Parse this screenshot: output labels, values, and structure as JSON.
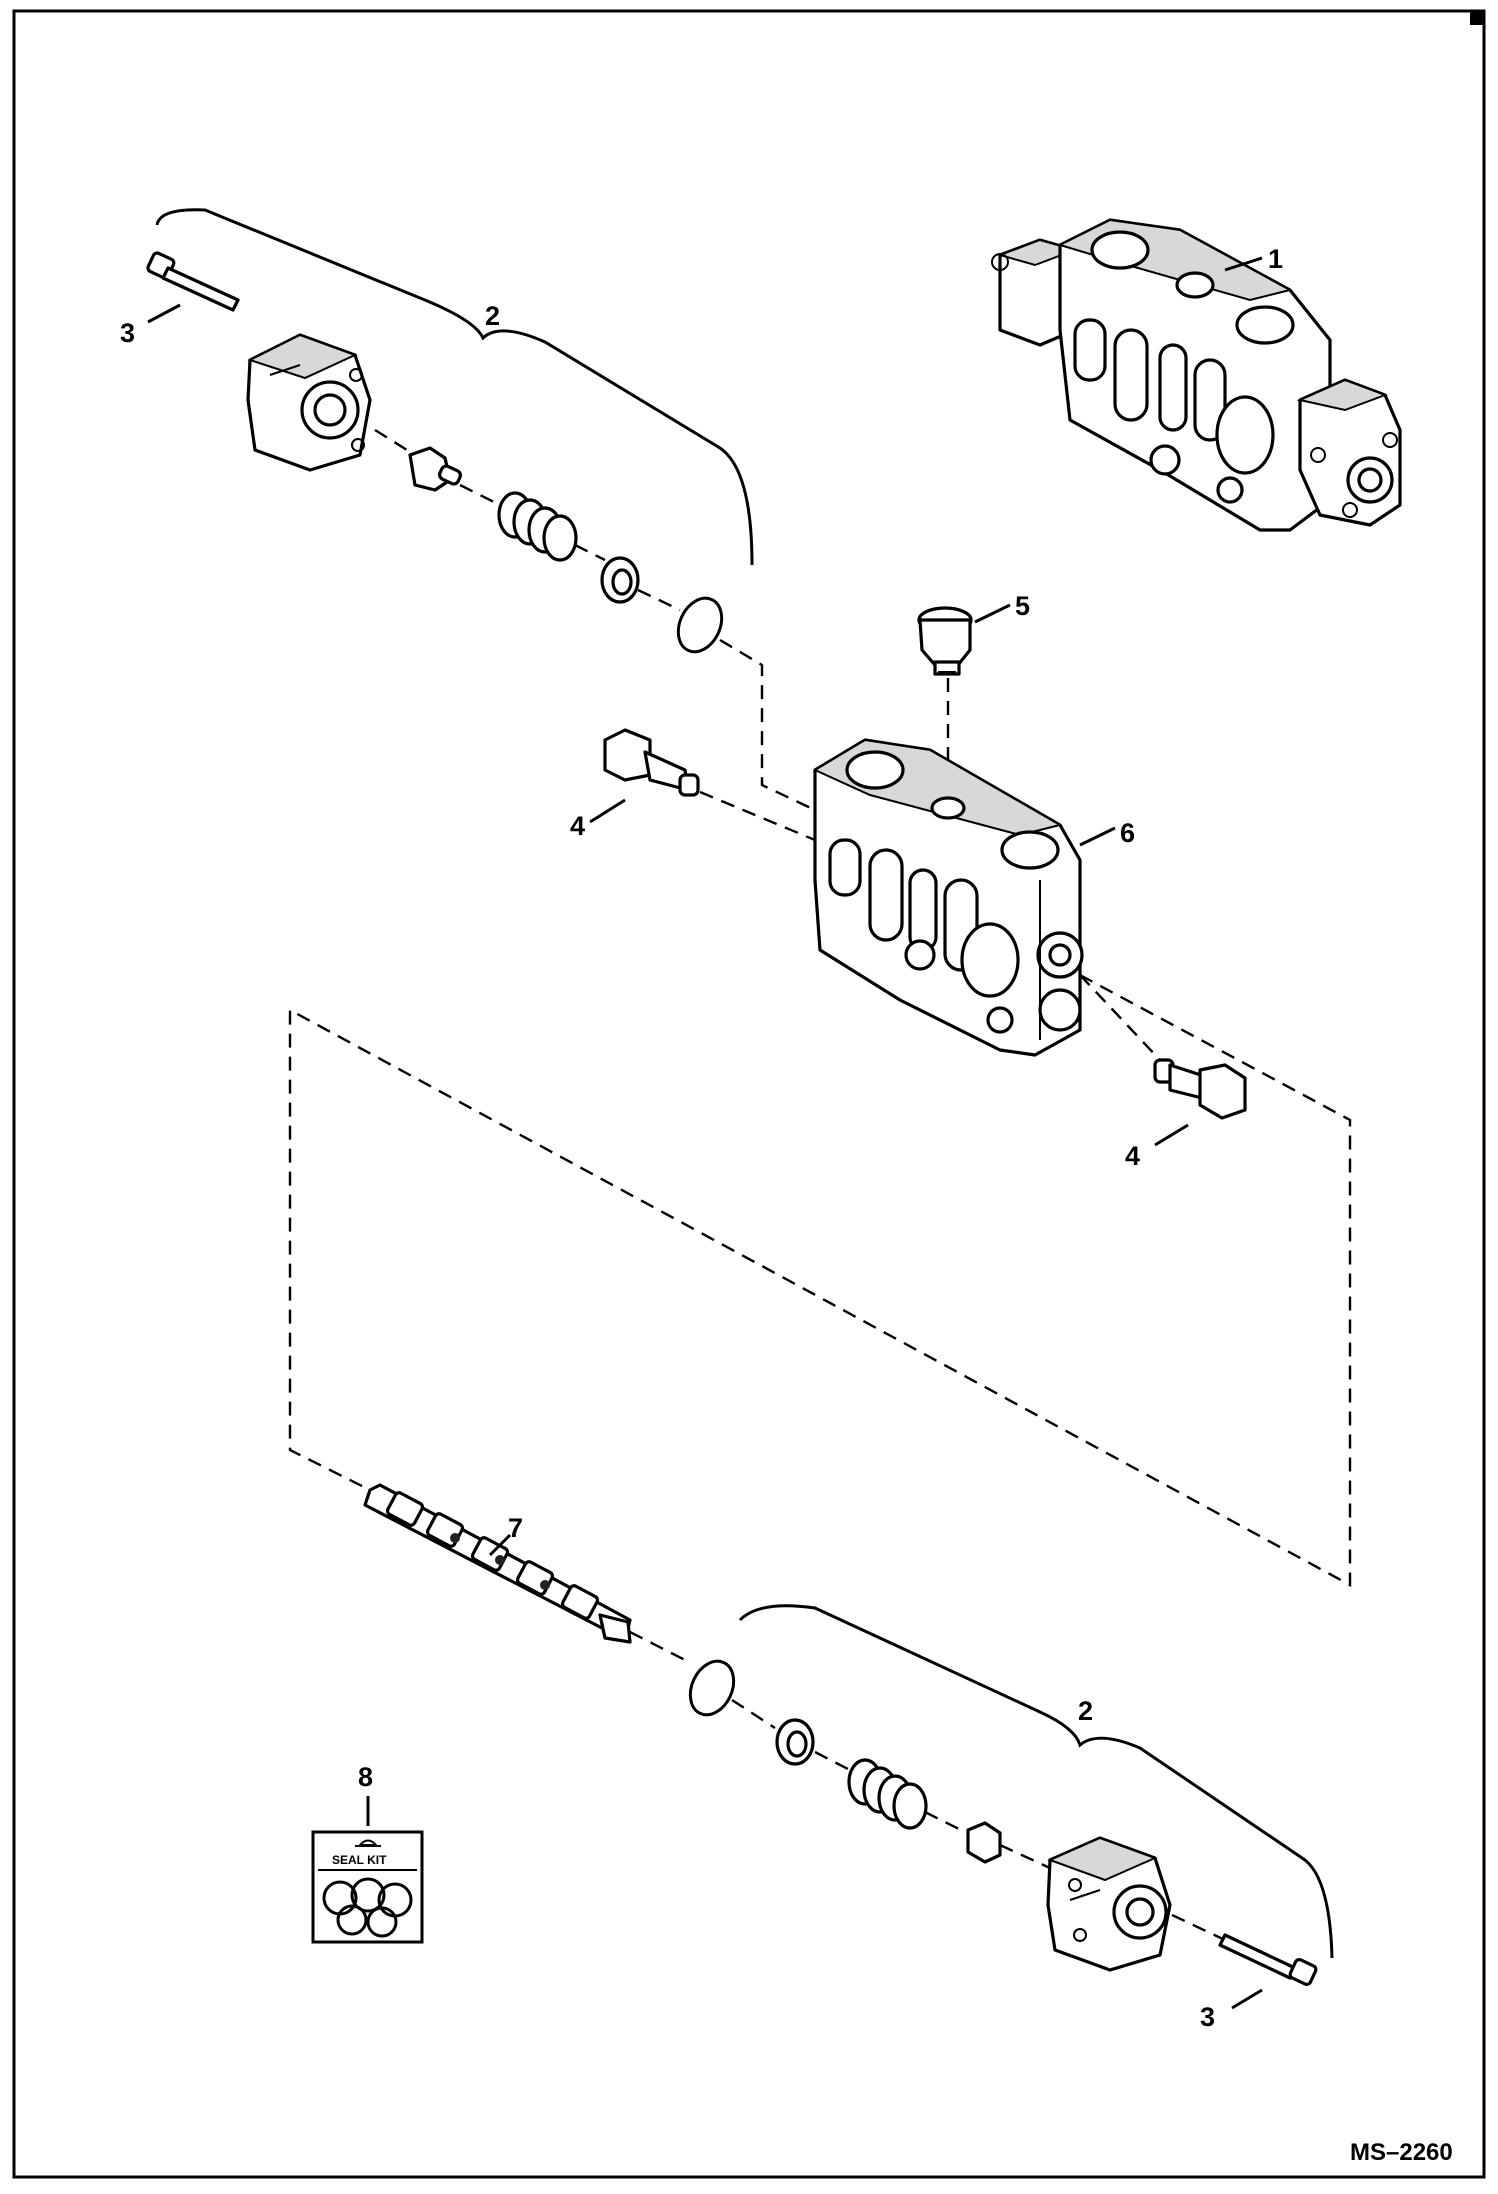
{
  "diagram": {
    "figure_id": "MS–2260",
    "callouts": {
      "c1": "1",
      "c2_top": "2",
      "c2_bottom": "2",
      "c3_top": "3",
      "c3_bottom": "3",
      "c4_top": "4",
      "c4_bottom": "4",
      "c5": "5",
      "c6": "6",
      "c7": "7",
      "c8": "8"
    },
    "seal_kit_label": "SEAL KIT"
  }
}
